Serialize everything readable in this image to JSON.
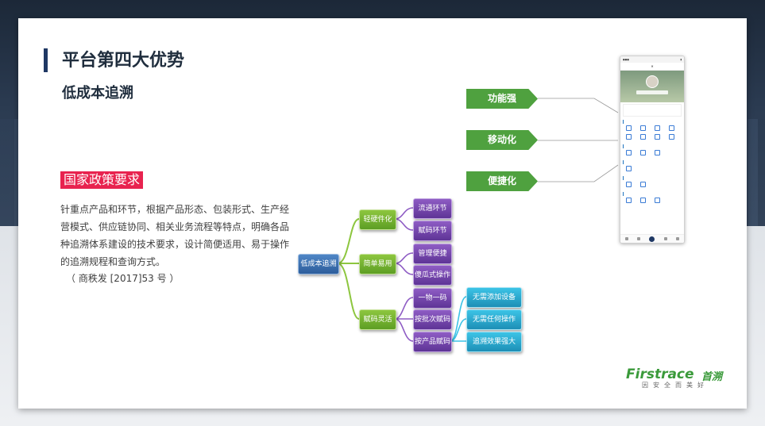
{
  "title": "平台第四大优势",
  "subtitle": "低成本追溯",
  "policy": {
    "tag": "国家政策要求",
    "text": "针重点产品和环节，根据产品形态、包装形式、生产经营模式、供应链协同、相关业务流程等特点，明确各品种追溯体系建设的技术要求，设计简便适用、易于操作的追溯规程和查询方式。",
    "reference": "（ 商秩发 [2017]53 号 ）"
  },
  "mindmap": {
    "root": "低成本追溯",
    "branches": [
      {
        "label": "轻硬件化",
        "children": [
          "流通环节",
          "赋码环节"
        ]
      },
      {
        "label": "简单易用",
        "children": [
          "管理便捷",
          "傻瓜式操作"
        ]
      },
      {
        "label": "赋码灵活",
        "children": [
          "一物一码",
          "按批次赋码",
          "按产品赋码"
        ]
      }
    ],
    "leaves": [
      "无需添加设备",
      "无需任何操作",
      "追溯效果强大"
    ]
  },
  "features": [
    "功能强",
    "移动化",
    "便捷化"
  ],
  "brand": {
    "logo_en": "Firstrace",
    "logo_cn": "首溯",
    "slogan": "因安全而美好"
  },
  "colors": {
    "accent_red": "#e8234f",
    "arrow_green": "#4fa13f",
    "title_navy": "#1f3864"
  }
}
